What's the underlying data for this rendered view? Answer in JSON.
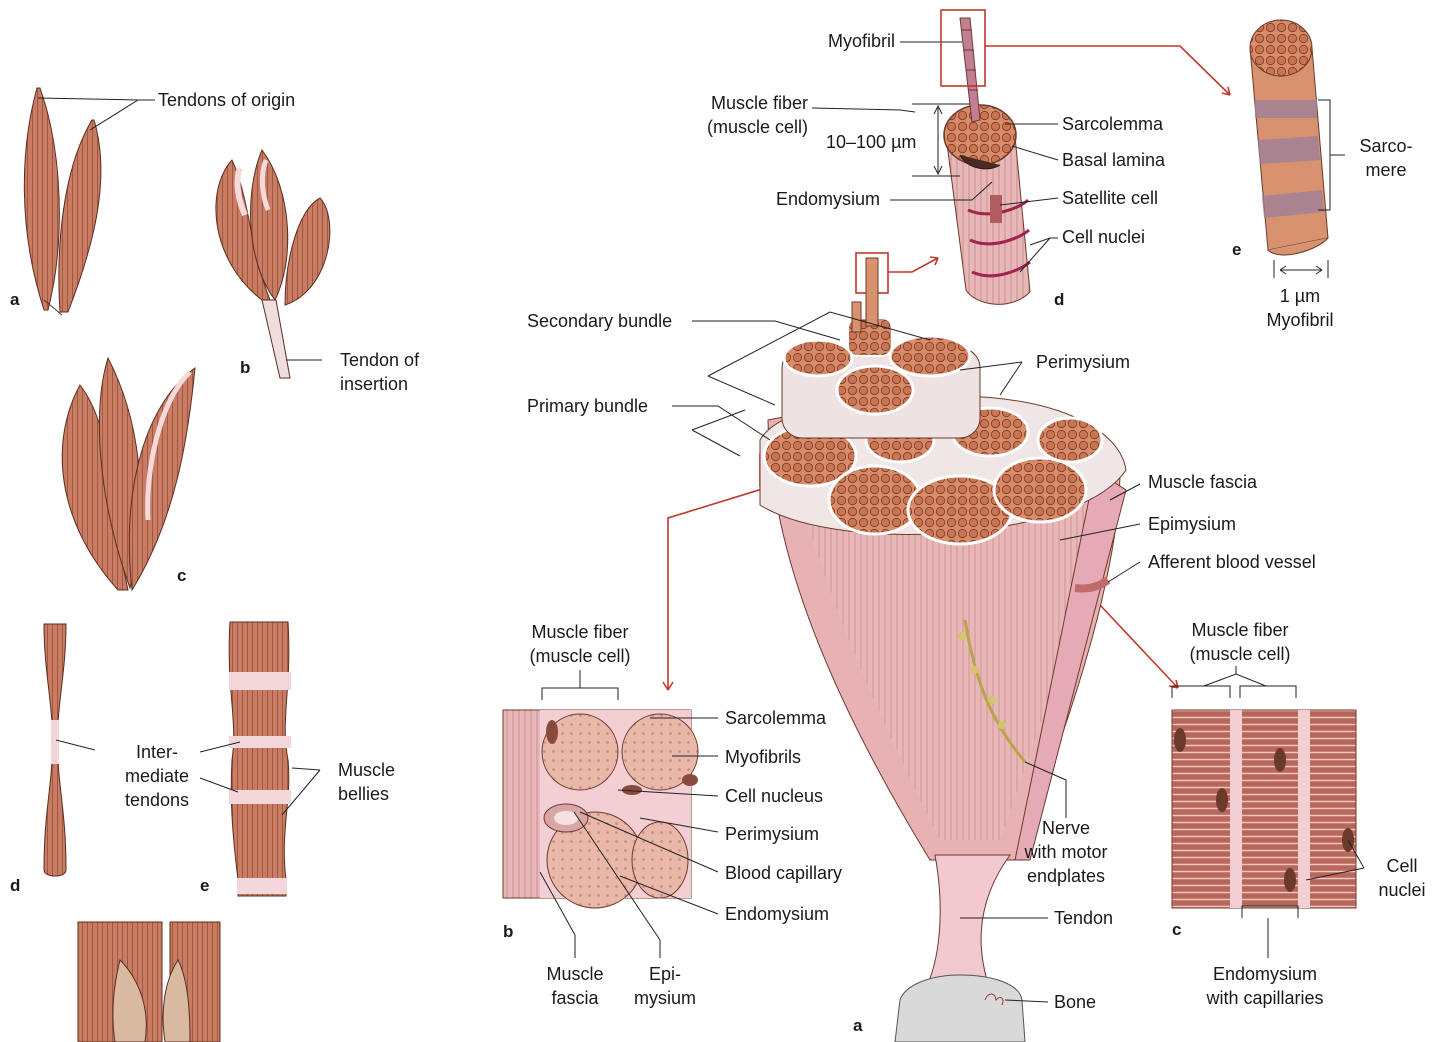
{
  "left_panel": {
    "a": {
      "letter": "a",
      "tendons_of_origin": "Tendons of origin"
    },
    "b": {
      "letter": "b",
      "tendon_of_insertion": [
        "Tendon of",
        "insertion"
      ]
    },
    "c": {
      "letter": "c"
    },
    "d": {
      "letter": "d",
      "intermediate_tendons": [
        "Inter-",
        "mediate",
        "tendons"
      ]
    },
    "e": {
      "letter": "e",
      "muscle_bellies": [
        "Muscle",
        "bellies"
      ]
    }
  },
  "myofibril_panel": {
    "letter": "e",
    "sarcomere": [
      "Sarco-",
      "mere"
    ],
    "width": "1 µm",
    "myofibril": "Myofibril"
  },
  "fiber_panel": {
    "letter": "d",
    "myofibril": "Myofibril",
    "muscle_fiber": [
      "Muscle fiber",
      "(muscle cell)"
    ],
    "diameter": "10–100 µm",
    "endomysium": "Endomysium",
    "sarcolemma": "Sarcolemma",
    "basal_lamina": "Basal lamina",
    "satellite_cell": "Satellite cell",
    "cell_nuclei": "Cell nuclei"
  },
  "main_muscle": {
    "letter": "a",
    "secondary_bundle": "Secondary bundle",
    "primary_bundle": "Primary bundle",
    "perimysium": "Perimysium",
    "muscle_fascia": "Muscle fascia",
    "epimysium": "Epimysium",
    "afferent_blood_vessel": "Afferent blood vessel",
    "nerve": [
      "Nerve",
      "with motor",
      "endplates"
    ],
    "tendon": "Tendon",
    "bone": "Bone"
  },
  "cross_section_panel": {
    "letter": "b",
    "muscle_fiber": [
      "Muscle fiber",
      "(muscle cell)"
    ],
    "sarcolemma": "Sarcolemma",
    "myofibrils": "Myofibrils",
    "cell_nucleus": "Cell nucleus",
    "perimysium": "Perimysium",
    "blood_capillary": "Blood capillary",
    "endomysium": "Endomysium",
    "muscle_fascia": [
      "Muscle",
      "fascia"
    ],
    "epimysium": [
      "Epi-",
      "mysium"
    ]
  },
  "longitudinal_panel": {
    "letter": "c",
    "muscle_fiber": [
      "Muscle fiber",
      "(muscle cell)"
    ],
    "cell_nuclei": [
      "Cell",
      "nuclei"
    ],
    "endomysium": [
      "Endomysium",
      "with capillaries"
    ]
  },
  "colors": {
    "muscle": "#c97c62",
    "muscle_light": "#e2a58a",
    "tendon": "#f0d2d2",
    "sheath": "#f2c9cf",
    "callout": "#c0392b",
    "line": "#222222"
  }
}
